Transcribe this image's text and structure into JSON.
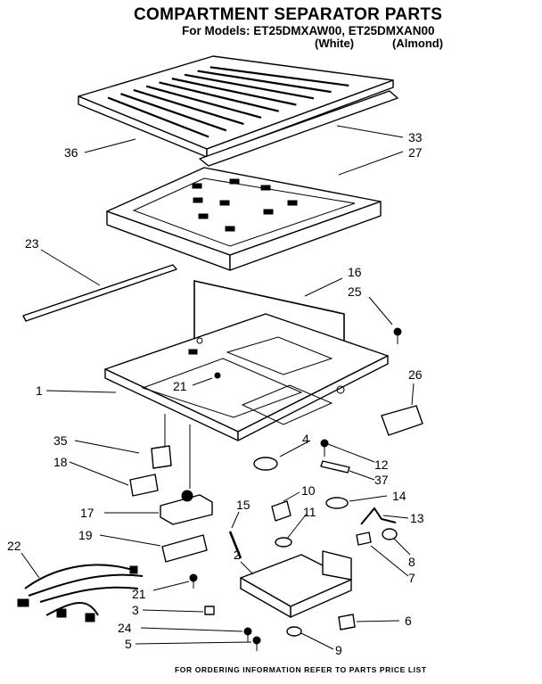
{
  "header": {
    "title": "COMPARTMENT SEPARATOR PARTS",
    "models": "For Models: ET25DMXAW00, ET25DMXAN00",
    "variant_white": "(White)",
    "variant_almond": "(Almond)"
  },
  "footer": "FOR ORDERING INFORMATION REFER TO PARTS PRICE LIST",
  "callouts": [
    "36",
    "33",
    "27",
    "23",
    "16",
    "25",
    "1",
    "21",
    "26",
    "4",
    "35",
    "12",
    "18",
    "37",
    "10",
    "14",
    "17",
    "15",
    "11",
    "13",
    "19",
    "22",
    "8",
    "2",
    "7",
    "21",
    "3",
    "6",
    "24",
    "5",
    "9"
  ]
}
